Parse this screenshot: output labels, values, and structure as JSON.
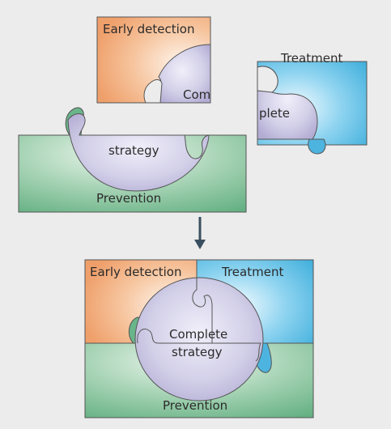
{
  "top": {
    "early_detection": "Early detection",
    "treatment": "Treatment",
    "com": "Com",
    "plete": "plete",
    "strategy": "strategy",
    "prevention": "Prevention"
  },
  "bottom": {
    "early_detection": "Early detection",
    "treatment": "Treatment",
    "complete": "Complete",
    "strategy": "strategy",
    "prevention": "Prevention"
  },
  "colors": {
    "early_detection": "#f0a978",
    "treatment": "#4db4e0",
    "prevention": "#6ab58a",
    "circle": "#c7c3e0",
    "arrow": "#3a4f5f"
  }
}
